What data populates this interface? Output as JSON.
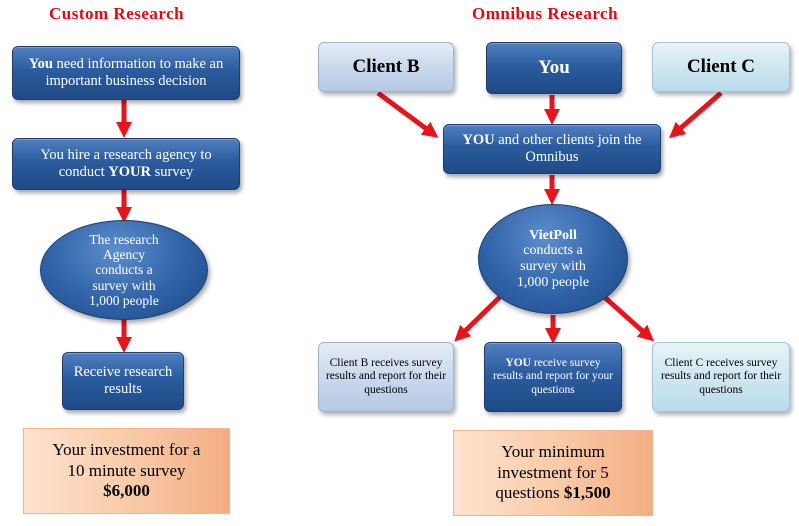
{
  "colors": {
    "heading": "#e30613",
    "arrow": "#e8141c",
    "dark_box": "#2b5c9e",
    "peach": "#f9c9a6"
  },
  "custom": {
    "heading": "Custom Research",
    "step1": {
      "bold": "You",
      "rest": " need information to make an important business decision"
    },
    "step2": {
      "text": "You hire a research agency to conduct ",
      "bold": "YOUR",
      "rest": " survey"
    },
    "step3": "The research Agency conducts a survey with 1,000 people",
    "step4": "Receive research results",
    "investment": {
      "line1": "Your investment for a",
      "line2": "10 minute survey",
      "amount": "$6,000"
    }
  },
  "omnibus": {
    "heading": "Omnibus Research",
    "client_b": "Client B",
    "you": "You",
    "client_c": "Client C",
    "join": {
      "bold": "YOU",
      "rest": " and other clients join the Omnibus"
    },
    "vietpoll": {
      "bold": "VietPoll",
      "rest": "conducts a survey with 1,000 people"
    },
    "result_b": "Client B receives survey results and report for their questions",
    "result_you": {
      "bold": "YOU",
      "rest": " receive survey results and report for your questions"
    },
    "result_c": "Client C receives survey results and report for their questions",
    "investment": {
      "line1": "Your minimum",
      "line2": "investment for 5",
      "line3": "questions ",
      "amount": "$1,500"
    }
  }
}
